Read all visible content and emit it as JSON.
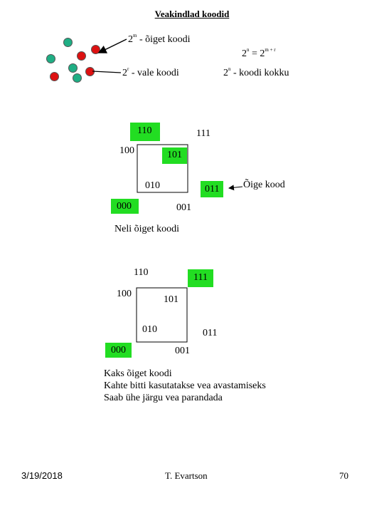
{
  "title": "Veakindlad koodid",
  "legend": {
    "correct_base": "2",
    "correct_exp": "m",
    "correct_text": " - õiget koodi",
    "wrong_base": "2",
    "wrong_exp": "r",
    "wrong_text": " - vale koodi",
    "eq_lhs_base": "2",
    "eq_lhs_exp": "n",
    "eq_eq": " = 2",
    "eq_rhs_exp": "m + r",
    "total_base": "2",
    "total_exp": "n",
    "total_text": " -  koodi kokku",
    "dot_colors": {
      "green": "#1fae84",
      "red": "#dd1111"
    }
  },
  "diagram1": {
    "codes": {
      "c110": "110",
      "c111": "111",
      "c100": "100",
      "c101": "101",
      "c010": "010",
      "c011": "011",
      "c000": "000",
      "c001": "001"
    },
    "highlighted": [
      "110",
      "101",
      "011",
      "000"
    ],
    "annotation": "Õige kood",
    "caption": "Neli õiget koodi"
  },
  "diagram2": {
    "codes": {
      "c110": "110",
      "c111": "111",
      "c100": "100",
      "c101": "101",
      "c010": "010",
      "c011": "011",
      "c000": "000",
      "c001": "001"
    },
    "highlighted": [
      "111",
      "000"
    ],
    "caption_lines": [
      "Kaks õiget koodi",
      "Kahte bitti kasutatakse vea avastamiseks",
      "Saab ühe järgu vea parandada"
    ]
  },
  "footer": {
    "date": "3/19/2018",
    "author": "T. Evartson",
    "page": "70"
  },
  "colors": {
    "highlight": "#22dd22"
  }
}
